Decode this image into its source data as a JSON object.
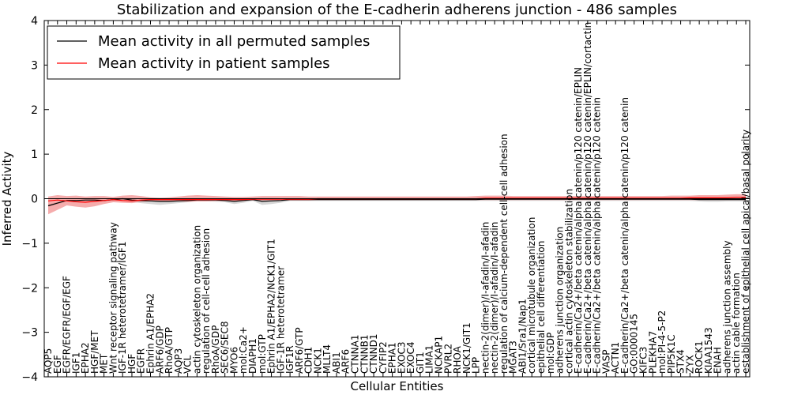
{
  "chart_data": {
    "type": "line",
    "title": "Stabilization and expansion of the E-cadherin adherens junction - 486 samples",
    "xlabel": "Cellular Entities",
    "ylabel": "Inferred Activity",
    "ylim": [
      -4,
      4
    ],
    "yticks": [
      "−4",
      "−3",
      "−2",
      "−1",
      "0",
      "1",
      "2",
      "3",
      "4"
    ],
    "grid": false,
    "legend_position": "top-left",
    "colors": {
      "permuted": "#000000",
      "permuted_band": "#c8c8c8",
      "patient": "#ff0000",
      "patient_band": "#f08080"
    },
    "categories": [
      "AQP5",
      "EGF",
      "EGFR/EGFR/EGF/EGF",
      "IGF1",
      "EPHA2",
      "HGF/MET",
      "MET",
      "Wnt receptor signaling pathway",
      "IGF-1R heterotetramer/IGF1",
      "HGF",
      "EGFR",
      "Ephrin A1/EPHA2",
      "ARF6/GDP",
      "RhoA/GTP",
      "AQP3",
      "VCL",
      "actin cytoskeleton organization",
      "regulation of cell-cell adhesion",
      "RhoA/GDP",
      "SEC6/SEC8",
      "MYO6",
      "mol:Ca2+",
      "DIAPH1",
      "mol:GTP",
      "Ephrin A1/EPHA2/NCK1/GIT1",
      "IGF-1R heterotetramer",
      "IGF1R",
      "ARF6/GTP",
      "CDH1",
      "NCK1",
      "MLLT4",
      "ABI1",
      "ARF6",
      "CTNNA1",
      "CTNNB1",
      "CTNND1",
      "CYFIP2",
      "EPHA1",
      "EXOC3",
      "EXOC4",
      "GIT1",
      "LIMA1",
      "NCKAP1",
      "PVRL2",
      "RHOA",
      "NCK1/GIT1",
      "LPP",
      "nectin-2(dimer)/I-afadin/I-afadin",
      "nectin-2(dimer)/I-afadin/I-afadin",
      "regulation of calcium-dependent cell-cell adhesion",
      "MGAT3",
      "ABI1/Sra1/Nap1",
      "cortical microtubule organization",
      "epithelial cell differentiation",
      "mol:GDP",
      "adherens junction organization",
      "cortical actin cytoskeleton stabilization",
      "E-cadherin/Ca2+/beta catenin/alpha catenin/p120 catenin/EPLIN",
      "E-cadherin/Ca2+/beta catenin/alpha catenin/p120 catenin/EPLIN/cortactin",
      "E-cadherin/Ca2+/beta catenin/alpha catenin/p120 catenin",
      "VASP",
      "ACTN1",
      "E-cadherin/Ca2+/beta catenin/alpha catenin/p120 catenin",
      "GO:0000145",
      "KIFC3",
      "PLEKHA7",
      "mol:PI-4-5-P2",
      "PIP5K1C",
      "STX4",
      "ZYX",
      "ROCK1",
      "KIAA1543",
      "ENAH",
      "adherens junction assembly",
      "actin cable formation",
      "establishment of epithelial cell apical/basal polarity"
    ],
    "series": [
      {
        "name": "Mean activity in all permuted samples",
        "values": [
          -0.16,
          -0.1,
          -0.04,
          -0.04,
          -0.03,
          -0.03,
          -0.04,
          -0.02,
          0.0,
          -0.03,
          -0.04,
          -0.05,
          -0.06,
          -0.06,
          -0.05,
          -0.04,
          -0.03,
          -0.03,
          -0.03,
          -0.04,
          -0.06,
          -0.04,
          -0.02,
          -0.06,
          -0.05,
          -0.04,
          -0.02,
          -0.02,
          -0.02,
          -0.02,
          -0.02,
          -0.02,
          -0.02,
          -0.02,
          -0.02,
          -0.02,
          -0.02,
          -0.02,
          -0.02,
          -0.02,
          -0.02,
          -0.02,
          -0.02,
          -0.02,
          -0.02,
          -0.02,
          -0.02,
          -0.01,
          -0.01,
          -0.01,
          -0.01,
          -0.01,
          -0.01,
          -0.01,
          -0.01,
          -0.01,
          -0.01,
          -0.01,
          -0.01,
          -0.01,
          -0.01,
          -0.01,
          -0.01,
          -0.01,
          -0.01,
          -0.01,
          -0.01,
          -0.01,
          -0.01,
          -0.01,
          -0.02,
          -0.02,
          -0.02,
          -0.02,
          -0.02,
          -0.02
        ],
        "lower": [
          -0.18,
          -0.13,
          -0.06,
          -0.06,
          -0.06,
          -0.06,
          -0.06,
          -0.05,
          -0.03,
          -0.07,
          -0.1,
          -0.12,
          -0.14,
          -0.12,
          -0.1,
          -0.08,
          -0.06,
          -0.06,
          -0.07,
          -0.08,
          -0.12,
          -0.09,
          -0.05,
          -0.14,
          -0.12,
          -0.09,
          -0.05,
          -0.05,
          -0.05,
          -0.05,
          -0.05,
          -0.05,
          -0.05,
          -0.05,
          -0.05,
          -0.05,
          -0.05,
          -0.05,
          -0.05,
          -0.05,
          -0.05,
          -0.05,
          -0.05,
          -0.05,
          -0.05,
          -0.05,
          -0.05,
          -0.05,
          -0.05,
          -0.05,
          -0.05,
          -0.05,
          -0.05,
          -0.05,
          -0.05,
          -0.05,
          -0.05,
          -0.05,
          -0.05,
          -0.05,
          -0.05,
          -0.05,
          -0.05,
          -0.05,
          -0.05,
          -0.05,
          -0.05,
          -0.05,
          -0.05,
          -0.05,
          -0.06,
          -0.07,
          -0.07,
          -0.06,
          -0.06,
          -0.06
        ],
        "upper": [
          -0.13,
          -0.07,
          -0.02,
          -0.02,
          -0.01,
          -0.01,
          -0.02,
          0.01,
          0.03,
          0.01,
          0.02,
          0.02,
          0.02,
          0.0,
          0.0,
          0.0,
          0.0,
          0.0,
          0.01,
          0.0,
          0.0,
          0.01,
          0.01,
          0.02,
          0.02,
          0.01,
          0.01,
          0.01,
          0.01,
          0.01,
          0.01,
          0.01,
          0.01,
          0.01,
          0.01,
          0.01,
          0.01,
          0.01,
          0.01,
          0.01,
          0.01,
          0.01,
          0.01,
          0.01,
          0.01,
          0.01,
          0.01,
          0.02,
          0.02,
          0.02,
          0.02,
          0.02,
          0.02,
          0.02,
          0.02,
          0.02,
          0.02,
          0.02,
          0.02,
          0.02,
          0.02,
          0.02,
          0.02,
          0.02,
          0.02,
          0.02,
          0.02,
          0.02,
          0.02,
          0.02,
          0.02,
          0.02,
          0.02,
          0.02,
          0.02,
          0.02
        ]
      },
      {
        "name": "Mean activity in patient samples",
        "values": [
          -0.05,
          -0.03,
          -0.05,
          -0.07,
          -0.08,
          -0.06,
          -0.04,
          -0.02,
          -0.04,
          -0.05,
          -0.03,
          -0.02,
          -0.02,
          -0.02,
          -0.02,
          -0.02,
          -0.02,
          -0.02,
          -0.02,
          -0.02,
          -0.02,
          -0.02,
          -0.01,
          -0.01,
          -0.01,
          -0.01,
          -0.01,
          -0.01,
          -0.01,
          0.0,
          0.0,
          0.0,
          0.0,
          0.0,
          0.0,
          0.0,
          0.0,
          0.0,
          0.0,
          0.0,
          0.0,
          0.0,
          0.0,
          0.0,
          0.0,
          0.0,
          0.0,
          0.01,
          0.01,
          0.01,
          0.01,
          0.01,
          0.01,
          0.01,
          0.01,
          0.01,
          0.01,
          0.01,
          0.01,
          0.01,
          0.01,
          0.01,
          0.01,
          0.01,
          0.01,
          0.01,
          0.01,
          0.01,
          0.01,
          0.02,
          0.02,
          0.02,
          0.02,
          0.02,
          0.03,
          0.03
        ],
        "lower": [
          -0.35,
          -0.25,
          -0.15,
          -0.18,
          -0.2,
          -0.17,
          -0.12,
          -0.08,
          -0.09,
          -0.1,
          -0.07,
          -0.06,
          -0.05,
          -0.05,
          -0.06,
          -0.07,
          -0.06,
          -0.06,
          -0.05,
          -0.05,
          -0.05,
          -0.05,
          -0.04,
          -0.04,
          -0.04,
          -0.04,
          -0.04,
          -0.04,
          -0.04,
          -0.03,
          -0.03,
          -0.03,
          -0.03,
          -0.03,
          -0.03,
          -0.03,
          -0.03,
          -0.03,
          -0.03,
          -0.03,
          -0.03,
          -0.03,
          -0.03,
          -0.03,
          -0.03,
          -0.03,
          -0.03,
          -0.03,
          -0.03,
          -0.03,
          -0.03,
          -0.03,
          -0.03,
          -0.03,
          -0.03,
          -0.03,
          -0.03,
          -0.03,
          -0.03,
          -0.03,
          -0.03,
          -0.03,
          -0.03,
          -0.03,
          -0.03,
          -0.03,
          -0.03,
          -0.03,
          -0.03,
          -0.03,
          -0.03,
          -0.03,
          -0.03,
          -0.03,
          -0.03,
          -0.03
        ],
        "upper": [
          0.05,
          0.08,
          0.06,
          0.07,
          0.05,
          0.06,
          0.06,
          0.04,
          0.07,
          0.08,
          0.06,
          0.03,
          0.02,
          0.03,
          0.05,
          0.07,
          0.08,
          0.07,
          0.06,
          0.05,
          0.04,
          0.04,
          0.05,
          0.06,
          0.06,
          0.06,
          0.06,
          0.06,
          0.05,
          0.05,
          0.05,
          0.05,
          0.05,
          0.05,
          0.05,
          0.05,
          0.05,
          0.05,
          0.05,
          0.05,
          0.05,
          0.05,
          0.05,
          0.05,
          0.05,
          0.05,
          0.06,
          0.07,
          0.07,
          0.07,
          0.06,
          0.06,
          0.06,
          0.06,
          0.06,
          0.06,
          0.06,
          0.06,
          0.06,
          0.06,
          0.06,
          0.06,
          0.06,
          0.06,
          0.06,
          0.06,
          0.06,
          0.07,
          0.07,
          0.07,
          0.08,
          0.08,
          0.08,
          0.09,
          0.1,
          0.1
        ]
      }
    ]
  }
}
